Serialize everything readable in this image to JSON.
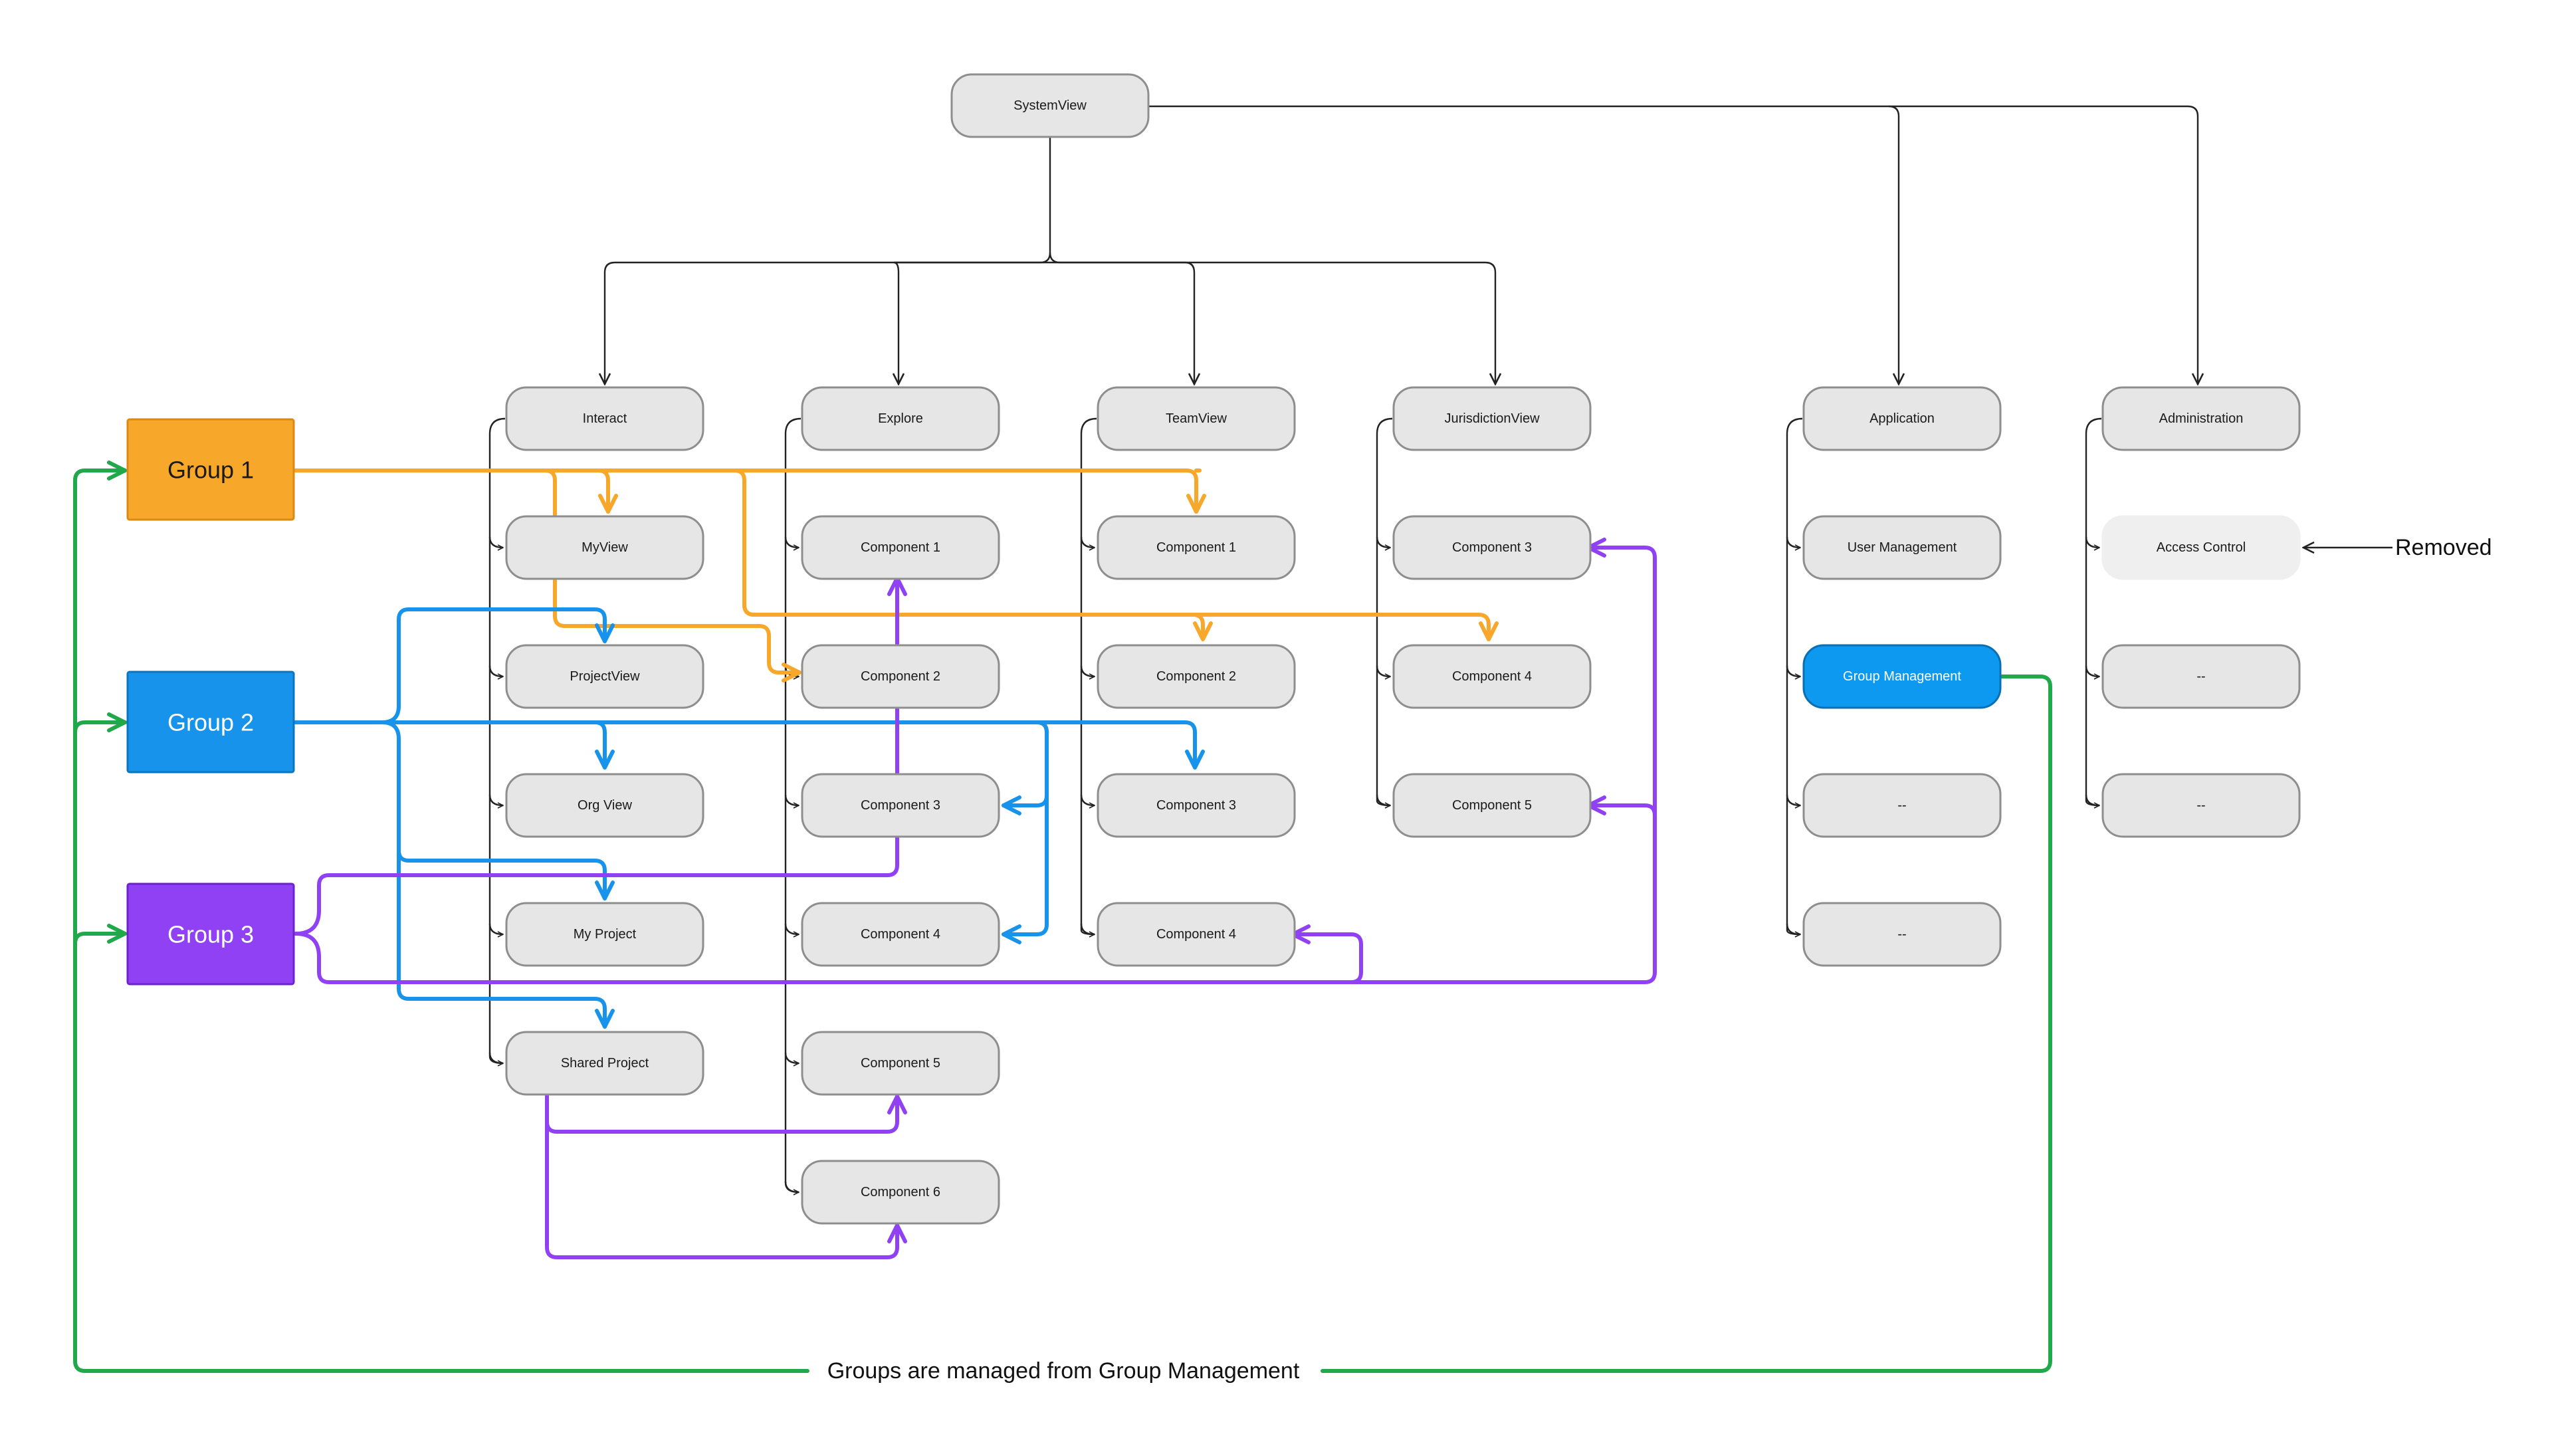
{
  "colors": {
    "group1": "#f7a72a",
    "group2": "#1793ec",
    "group3": "#9141f4",
    "management_link": "#20a84a",
    "node_fill": "#e6e6e6",
    "node_selected": "#0d99f0"
  },
  "root": {
    "label": "SystemView"
  },
  "columns": {
    "interact": {
      "header": "Interact",
      "items": [
        "MyView",
        "ProjectView",
        "Org View",
        "My Project",
        "Shared Project"
      ]
    },
    "explore": {
      "header": "Explore",
      "items": [
        "Component 1",
        "Component 2",
        "Component 3",
        "Component 4",
        "Component 5",
        "Component 6"
      ]
    },
    "teamview": {
      "header": "TeamView",
      "items": [
        "Component 1",
        "Component 2",
        "Component 3",
        "Component 4"
      ]
    },
    "jurisdiction": {
      "header": "JurisdictionView",
      "items": [
        "Component 3",
        "Component 4",
        "Component 5"
      ]
    },
    "application": {
      "header": "Application",
      "items": [
        "User Management",
        "Group Management",
        "--",
        "--"
      ]
    },
    "administration": {
      "header": "Administration",
      "items": [
        "Access Control",
        "--",
        "--"
      ]
    }
  },
  "groups": [
    "Group 1",
    "Group 2",
    "Group 3"
  ],
  "annotations": {
    "removed": "Removed",
    "management_caption": "Groups are managed from Group Management"
  }
}
